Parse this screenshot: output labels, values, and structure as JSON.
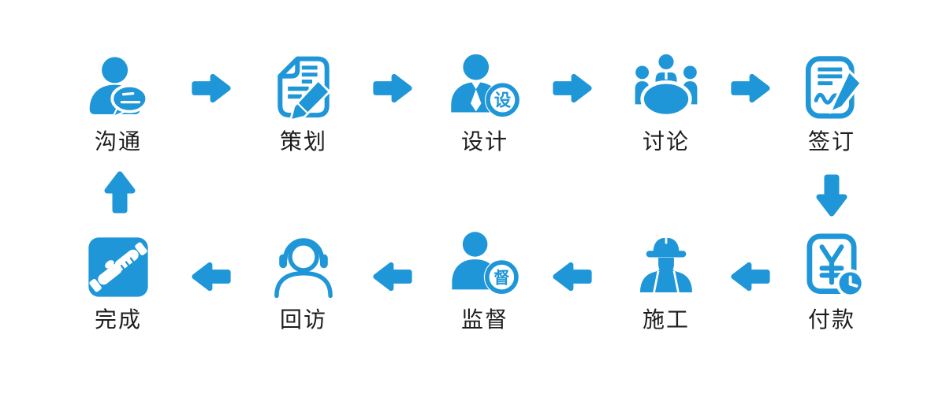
{
  "page": {
    "background_color": "#ffffff",
    "accent_color": "#1E96D8",
    "label_color": "#1d1d1d"
  },
  "flow": {
    "description_row_top_direction": "left-to-right",
    "description_row_bottom_direction": "right-to-left",
    "top_row": [
      {
        "label": "沟通",
        "icon": "person-chat-icon"
      },
      {
        "label": "策划",
        "icon": "document-pencil-icon"
      },
      {
        "label": "设计",
        "icon": "designer-person-badge-icon",
        "badge": "设"
      },
      {
        "label": "讨论",
        "icon": "meeting-table-icon"
      },
      {
        "label": "签订",
        "icon": "contract-sign-icon"
      }
    ],
    "bottom_row": [
      {
        "label": "付款",
        "icon": "payment-clock-icon"
      },
      {
        "label": "施工",
        "icon": "construction-worker-icon"
      },
      {
        "label": "监督",
        "icon": "supervisor-person-badge-icon",
        "badge": "督"
      },
      {
        "label": "回访",
        "icon": "headset-person-icon"
      },
      {
        "label": "完成",
        "icon": "handshake-icon"
      }
    ],
    "connectors": {
      "top_row_arrows": "right-arrow-icon",
      "bottom_row_arrows": "left-arrow-icon",
      "right_side_arrow": "down-arrow-icon",
      "left_side_arrow": "up-arrow-icon"
    }
  }
}
